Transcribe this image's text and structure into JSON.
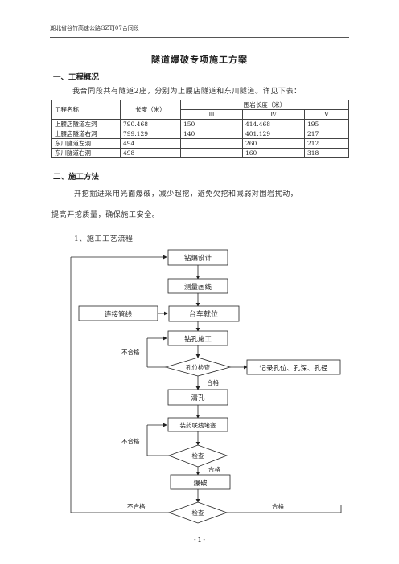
{
  "header": {
    "text": "湖北省谷竹高速公路GZTJ07合同段"
  },
  "document": {
    "title": "隧道爆破专项施工方案",
    "section1": {
      "heading": "一、工程概况",
      "intro": "我合同段共有隧道2座，分别为上腰店隧道和东川隧道。详见下表："
    },
    "table": {
      "col_name": "工程名称",
      "col_length": "长度（米）",
      "col_rock": "围岩长度（米）",
      "grades": [
        "Ⅲ",
        "Ⅳ",
        "Ⅴ"
      ],
      "rows": [
        {
          "name": "上腰店隧道左洞",
          "length": "790.468",
          "g3": "150",
          "g4": "414.468",
          "g5": "195"
        },
        {
          "name": "上腰店隧道右洞",
          "length": "799.129",
          "g3": "140",
          "g4": "401.129",
          "g5": "217"
        },
        {
          "name": "东川隧道左洞",
          "length": "494",
          "g3": "",
          "g4": "260",
          "g5": "212"
        },
        {
          "name": "东川隧道右洞",
          "length": "498",
          "g3": "",
          "g4": "160",
          "g5": "318"
        }
      ]
    },
    "section2": {
      "heading": "二、施工方法",
      "para_line1": "开挖掘进采用光面爆破，减少超挖，避免欠挖和减弱对围岩扰动，",
      "para_line2": "提高开挖质量，确保施工安全。",
      "subheading": "1、施工工艺流程"
    }
  },
  "flowchart": {
    "step_design": "钻爆设计",
    "step_measure": "测量画线",
    "step_pipes": "连接管线",
    "step_trolley": "台车就位",
    "step_drill": "钻孔施工",
    "check_hole": "孔位检查",
    "step_record": "记录孔位、孔深、孔径",
    "step_clean": "清孔",
    "step_charge": "装药联线堵塞",
    "check_charge": "检查",
    "step_blast": "爆破",
    "check_final": "检查",
    "label_fail_1": "不合格",
    "label_pass_1": "合格",
    "label_fail_2": "不合格",
    "label_pass_2": "合格",
    "label_fail_3": "不合格",
    "label_pass_3": "合格"
  },
  "footer": {
    "page": "- 1 -"
  }
}
